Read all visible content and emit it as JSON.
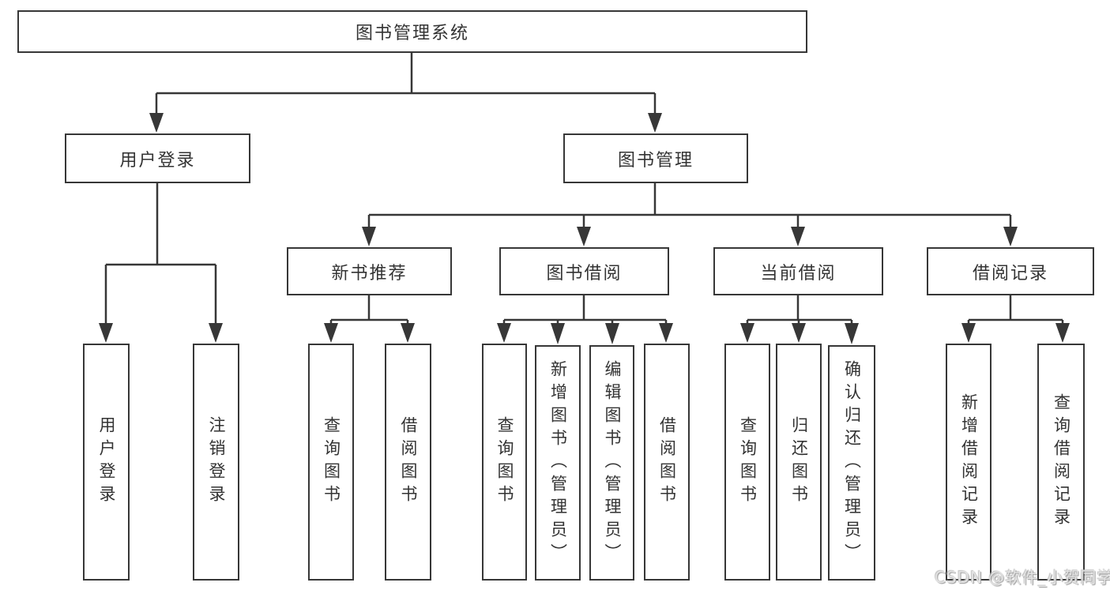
{
  "diagram": {
    "root": {
      "label": "图书管理系统"
    },
    "level2": [
      {
        "label": "用户登录"
      },
      {
        "label": "图书管理"
      }
    ],
    "level3": [
      {
        "label": "新书推荐"
      },
      {
        "label": "图书借阅"
      },
      {
        "label": "当前借阅"
      },
      {
        "label": "借阅记录"
      }
    ],
    "leaves": {
      "user_login": [
        "用户登录",
        "注销登录"
      ],
      "new_book": [
        "查询图书",
        "借阅图书"
      ],
      "borrow": [
        "查询图书",
        "新增图书（管理员）",
        "编辑图书（管理员）",
        "借阅图书"
      ],
      "current": [
        "查询图书",
        "归还图书",
        "确认归还（管理员）"
      ],
      "records": [
        "新增借阅记录",
        "查询借阅记录"
      ]
    },
    "colors": {
      "line": "#373737",
      "text": "#333333",
      "background": "#ffffff"
    }
  },
  "watermark": {
    "text": "CSDN @软件_小贺同学"
  }
}
